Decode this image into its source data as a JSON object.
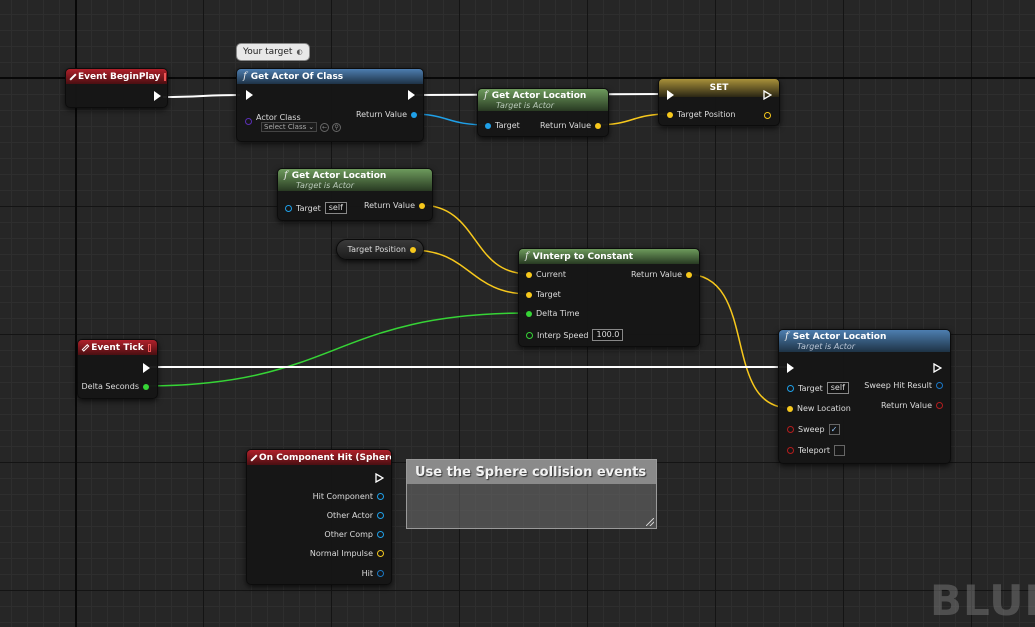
{
  "colors": {
    "exec": "#ffffff",
    "object": "#1fa0e8",
    "vector": "#f7c81c",
    "float": "#36d436",
    "class": "#5a2fb5",
    "bool": "#b41d1d",
    "struct": "#1978c8"
  },
  "tooltip": {
    "text": "Your target"
  },
  "nodes": {
    "event_beginplay": {
      "title": "Event BeginPlay"
    },
    "get_actor_of_class": {
      "title": "Get Actor Of Class",
      "actor_class": "Actor Class",
      "select_class": "Select Class",
      "return_value": "Return Value"
    },
    "get_actor_location_1": {
      "title": "Get Actor Location",
      "subtitle": "Target is Actor",
      "target": "Target",
      "return_value": "Return Value"
    },
    "set_node": {
      "title": "SET",
      "target_position": "Target Position"
    },
    "get_actor_location_2": {
      "title": "Get Actor Location",
      "subtitle": "Target is Actor",
      "target": "Target",
      "target_value": "self",
      "return_value": "Return Value"
    },
    "target_position_var": {
      "label": "Target Position"
    },
    "vinterp": {
      "title": "VInterp to Constant",
      "current": "Current",
      "target": "Target",
      "delta_time": "Delta Time",
      "interp_speed": "Interp Speed",
      "interp_speed_value": "100.0",
      "return_value": "Return Value"
    },
    "event_tick": {
      "title": "Event Tick",
      "delta_seconds": "Delta Seconds"
    },
    "set_actor_location": {
      "title": "Set Actor Location",
      "subtitle": "Target is Actor",
      "target": "Target",
      "target_value": "self",
      "new_location": "New Location",
      "sweep": "Sweep",
      "teleport": "Teleport",
      "sweep_hit_result": "Sweep Hit Result",
      "return_value": "Return Value"
    },
    "on_component_hit": {
      "title": "On Component Hit (Sphere)",
      "hit_component": "Hit Component",
      "other_actor": "Other Actor",
      "other_comp": "Other Comp",
      "normal_impulse": "Normal Impulse",
      "hit": "Hit"
    }
  },
  "comment": {
    "text": "Use the Sphere collision events"
  },
  "watermark": {
    "text": "BLUEI"
  }
}
